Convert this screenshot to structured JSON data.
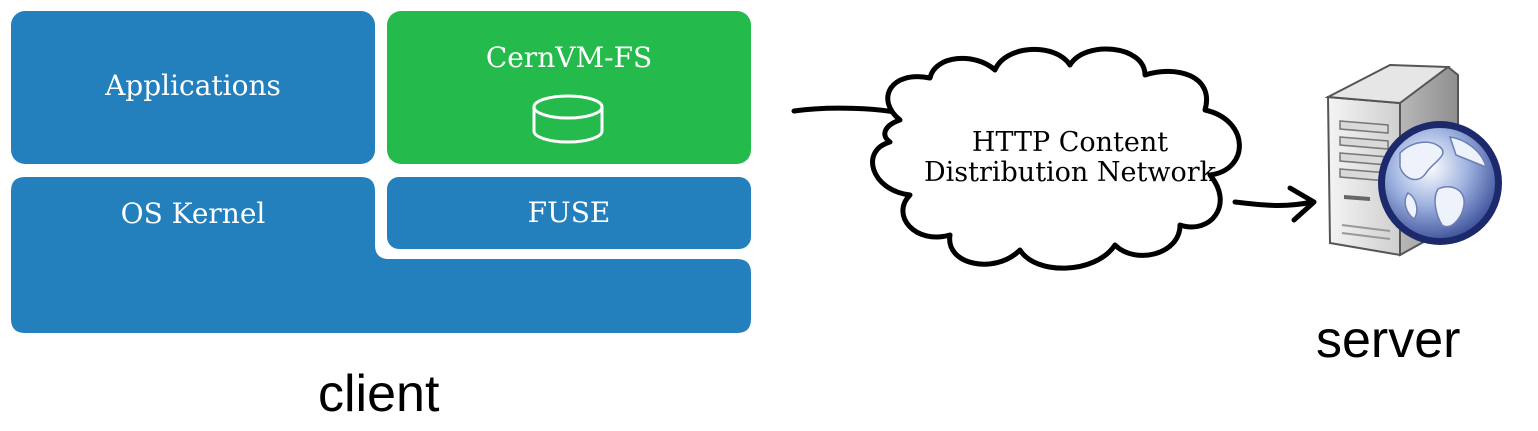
{
  "client": {
    "label": "client",
    "applications_label": "Applications",
    "cvmfs_label": "CernVM-FS",
    "cvmfs_icon": "disk-icon",
    "os_kernel_label": "OS Kernel",
    "fuse_label": "FUSE"
  },
  "network": {
    "line1": "HTTP Content",
    "line2": "Distribution Network",
    "icon": "cloud-icon"
  },
  "server": {
    "label": "server",
    "icon": "server-globe-icon"
  },
  "colors": {
    "layer_blue": "#2380bd",
    "cvmfs_green": "#25bb4c"
  }
}
